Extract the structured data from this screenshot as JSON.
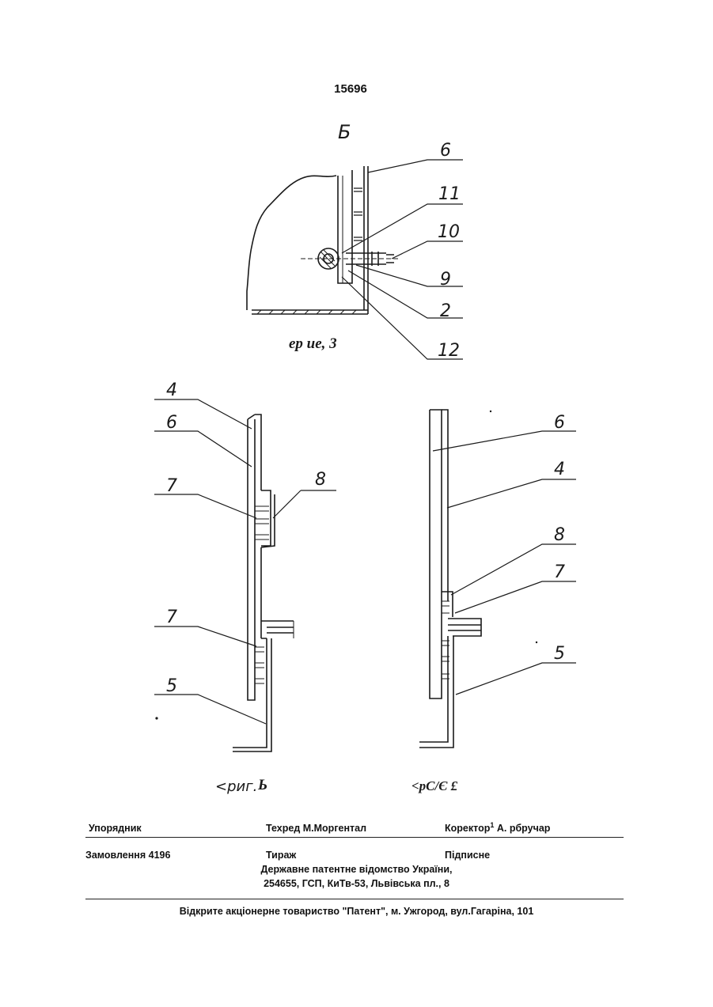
{
  "page_number": "15696",
  "figure3": {
    "view_label": "Б",
    "caption": "ер ие, 3",
    "callouts": [
      "6",
      "11",
      "10",
      "9",
      "2",
      "12"
    ]
  },
  "figure4": {
    "caption_prefix": "<риг.",
    "caption_suffix": "Ь",
    "callouts": [
      "4",
      "6",
      "8",
      "7",
      "7",
      "5"
    ]
  },
  "figure5": {
    "caption": "<pC/Є £",
    "callouts": [
      "6",
      "4",
      "8",
      "7",
      "5"
    ]
  },
  "footer": {
    "compiler": "Упорядник",
    "techred": "Техред М.Моргентал",
    "corrector_label": "Коректор",
    "corrector_sup": "1",
    "corrector_name": "А. рбручар",
    "order": "Замовлення 4196",
    "circulation": "Тираж",
    "subscription": "Підписне",
    "office_line1": "Державне патентне відомство України,",
    "office_line2": "254655, ГСП, КиТв-53, Львівська пл., 8",
    "printer": "Відкрите акціонерне товариство \"Патент\", м. Ужгород, вул.Гагаріна, 101"
  }
}
